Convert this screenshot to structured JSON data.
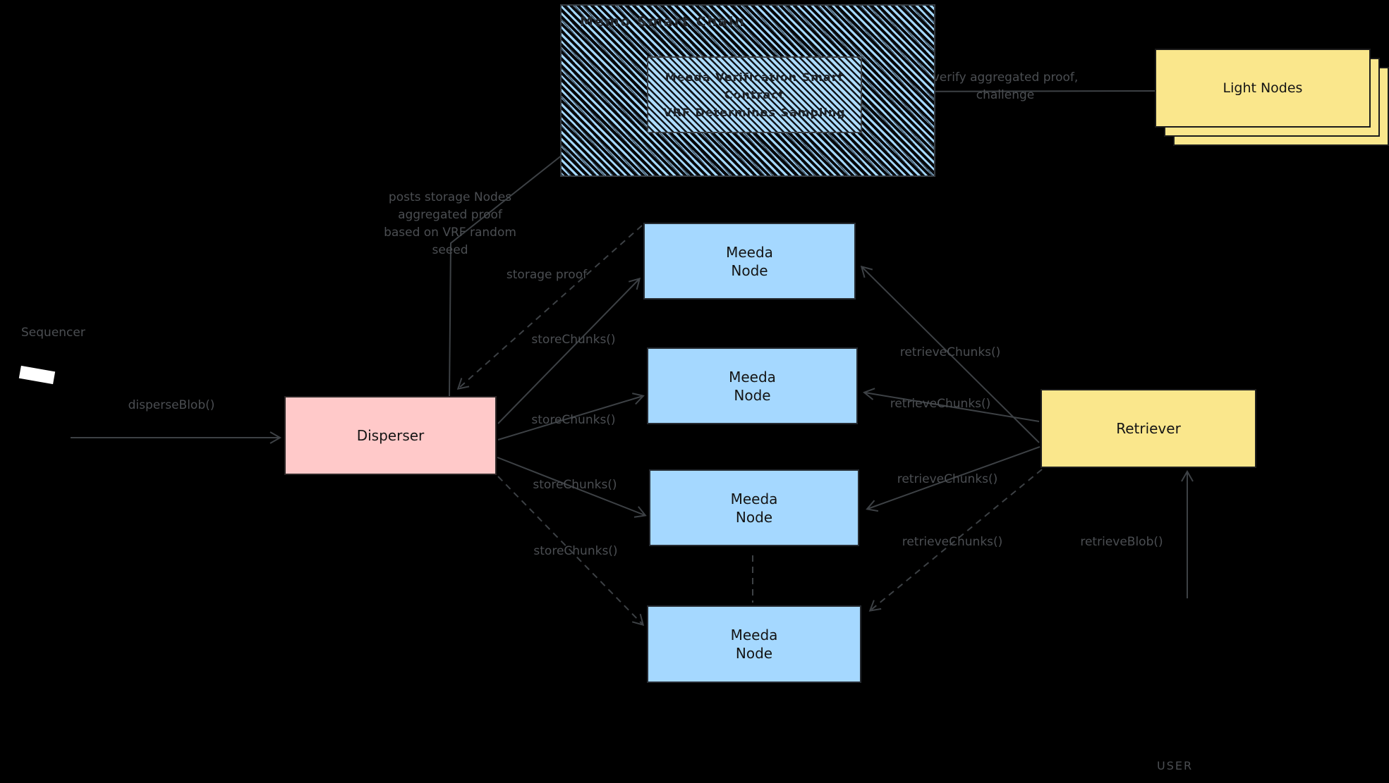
{
  "diagram": {
    "background": "#000000",
    "colors": {
      "node_blue": "#a5d8ff",
      "disperser_pink": "#ffc9c9",
      "yellow": "#fae78c",
      "label_gray": "#4b4e52",
      "line_gray": "#3d4145"
    },
    "chain_box": {
      "title": "Memo Smart Chain",
      "contract_lines": [
        "Meeda Verification Smart",
        "Contract",
        "VRF Determines Sampling"
      ]
    },
    "light_nodes": {
      "label": "Light Nodes"
    },
    "sequencer": {
      "label": "Sequencer"
    },
    "disperser": {
      "label": "Disperser"
    },
    "meeda_node": {
      "line1": "Meeda",
      "line2": "Node"
    },
    "retriever": {
      "label": "Retriever"
    },
    "user": {
      "label": "USER"
    },
    "edges": {
      "disperse_blob": "disperseBlob()",
      "posts_proof_lines": [
        "posts storage Nodes",
        "aggregated proof",
        "based on VRF random",
        "seeed"
      ],
      "storage_proof": "storage proof",
      "store_chunks": "storeChunks()",
      "retrieve_chunks": "retrieveChunks()",
      "verify_lines": [
        "verify aggregated proof,",
        "challenge"
      ],
      "retrieve_blob": "retrieveBlob()"
    }
  }
}
